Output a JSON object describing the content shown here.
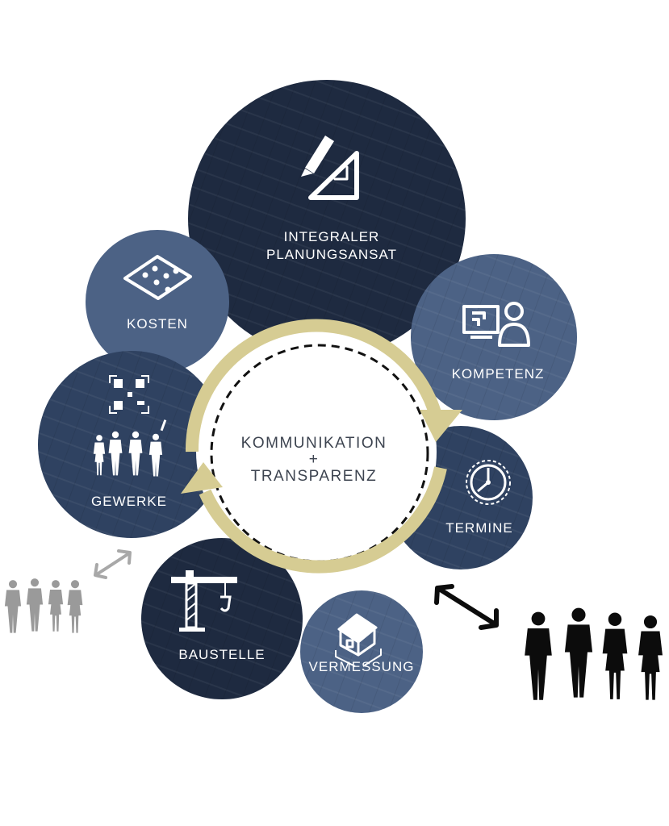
{
  "diagram": {
    "center": {
      "line1": "KOMMUNIKATION",
      "line2": "+",
      "line3": "TRANSPARENZ"
    },
    "nodes": {
      "planung": {
        "line1": "INTEGRALER",
        "line2": "PLANUNGSANSAT",
        "icon": "pencil-ruler-icon"
      },
      "kosten": {
        "label": "KOSTEN",
        "icon": "calculator-icon"
      },
      "kompetenz": {
        "label": "KOMPETENZ",
        "icon": "screen-person-icon"
      },
      "gewerke": {
        "label": "GEWERKE",
        "icon": "qr-code-icon"
      },
      "termine": {
        "label": "TERMINE",
        "icon": "clock-icon"
      },
      "baustelle": {
        "label": "BAUSTELLE",
        "icon": "crane-icon"
      },
      "vermessung": {
        "label": "VERMESSUNG",
        "icon": "house-measure-icon"
      }
    },
    "colors": {
      "navy_dark": "#1e2a40",
      "navy_mid": "#2f4261",
      "navy_light": "#4c6285",
      "cycle_arrow": "#d6cc93",
      "people_dark": "#0c0c0c",
      "people_light": "#9a9a9a"
    }
  }
}
